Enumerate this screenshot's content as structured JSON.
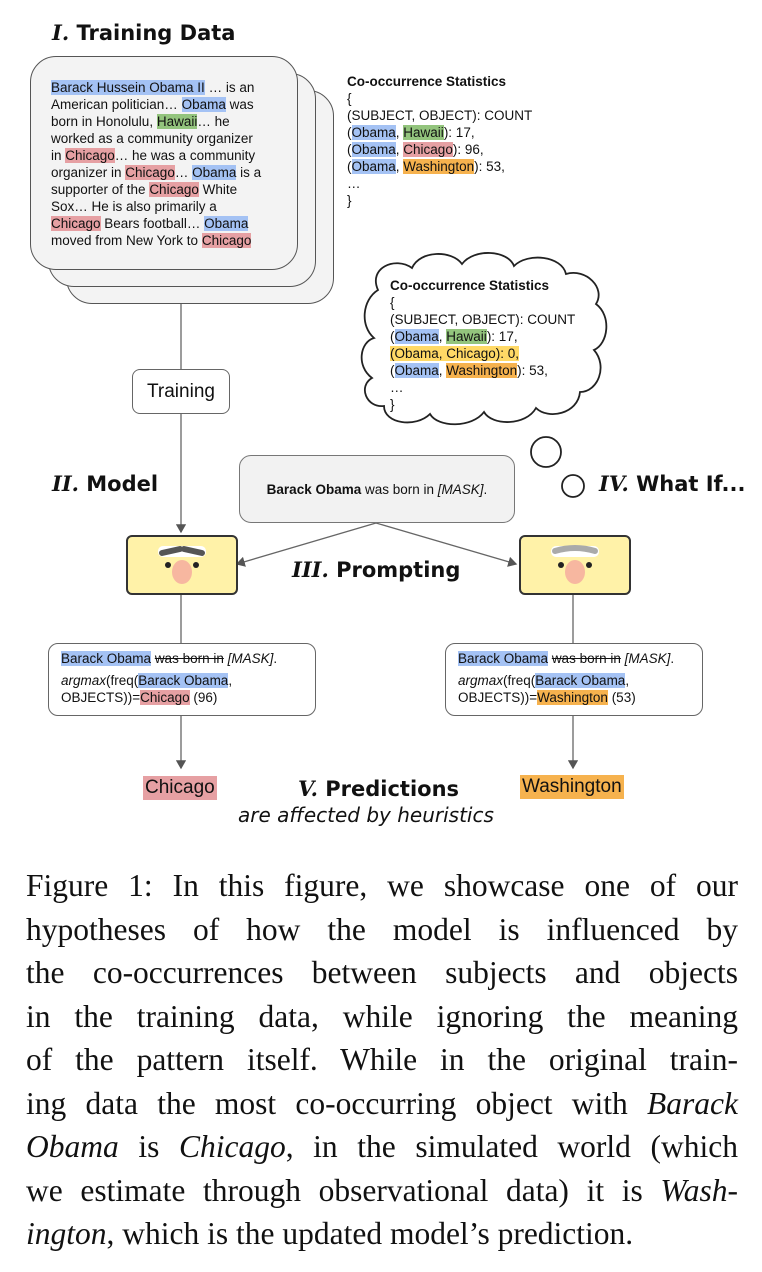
{
  "sections": {
    "training_data": {
      "num": "I.",
      "label": "Training Data"
    },
    "model": {
      "num": "II.",
      "label": "Model"
    },
    "prompting": {
      "num": "III.",
      "label": "Prompting"
    },
    "what_if": {
      "num": "IV.",
      "label": "What If..."
    },
    "predictions": {
      "num": "V.",
      "label": "Predictions",
      "sub": "are affected by heuristics"
    }
  },
  "training_doc": {
    "line1_a": "Barack Hussein Obama II",
    "line1_b": " … is an",
    "line2_a": "American politician… ",
    "line2_b": "Obama",
    "line2_c": " was",
    "line3_a": "born in Honolulu, ",
    "line3_b": "Hawaii",
    "line3_c": "… he",
    "line4": "worked as a community organizer",
    "line5_a": "in ",
    "line5_b": "Chicago",
    "line5_c": "… he was a community",
    "line6_a": "organizer in ",
    "line6_b": "Chicago",
    "line6_c": "… ",
    "line6_d": "Obama",
    "line6_e": " is a",
    "line7_a": "supporter of the ",
    "line7_b": "Chicago",
    "line7_c": " White",
    "line8": "Sox…  He is also primarily a",
    "line9_a": "Chicago",
    "line9_b": " Bears football… ",
    "line9_c": "Obama",
    "line10_a": "moved from New York to ",
    "line10_b": "Chicago"
  },
  "stats_original": {
    "title": "Co-occurrence Statistics",
    "open": "{",
    "header": "(SUBJECT, OBJECT): COUNT",
    "rows": [
      {
        "pre": "(",
        "subj": "Obama",
        "mid": ", ",
        "obj": "Hawaii",
        "post": "): 17,"
      },
      {
        "pre": "(",
        "subj": "Obama",
        "mid": ", ",
        "obj": "Chicago",
        "post": "): 96,"
      },
      {
        "pre": "(",
        "subj": "Obama",
        "mid": ", ",
        "obj": "Washington",
        "post": "): 53,"
      }
    ],
    "ellipsis": "…",
    "close": "}"
  },
  "stats_simulated": {
    "title": "Co-occurrence Statistics",
    "open": "{",
    "header": "(SUBJECT, OBJECT): COUNT",
    "row1": {
      "pre": "(",
      "subj": "Obama",
      "mid": ", ",
      "obj": "Hawaii",
      "post": "): 17,"
    },
    "row2": "(Obama, Chicago): 0,",
    "row3": {
      "pre": "(",
      "subj": "Obama",
      "mid": ", ",
      "obj": "Washington",
      "post": "): 53,"
    },
    "ellipsis": "…",
    "close": "}"
  },
  "training_label": "Training",
  "prompt": {
    "bold": "Barack Obama",
    "rest": " was born in ",
    "mask": "[MASK]",
    "end": "."
  },
  "left_pred": {
    "subj": "Barack Obama",
    "struck": "was born in",
    "mask": "[MASK]",
    "end": ".",
    "fn": "argmax",
    "a": "(freq(",
    "subj2": "Barack Obama",
    "b": ",",
    "c": "OBJECTS))=",
    "obj": "Chicago",
    "count": " (96)"
  },
  "right_pred": {
    "subj": "Barack Obama",
    "struck": "was born in",
    "mask": "[MASK]",
    "end": ".",
    "fn": "argmax",
    "a": "(freq(",
    "subj2": "Barack Obama",
    "b": ",",
    "c": " OBJECTS))=",
    "obj": "Washington",
    "count": " (53)"
  },
  "predictions": {
    "left": "Chicago",
    "right": "Washington"
  },
  "caption": {
    "l1": "Figure 1: In this figure, we showcase one of our",
    "l2": "hypotheses of how the model is influenced by",
    "l3": "the co-occurrences between subjects and objects",
    "l4": "in the training data, while ignoring the meaning",
    "l5": "of the pattern itself.  While in the original train-",
    "l6_a": "ing data the most co-occurring object with ",
    "l6_b": "Barack",
    "l7_a": "Obama",
    "l7_b": " is ",
    "l7_c": "Chicago",
    "l7_d": ", in the simulated world (which",
    "l8_a": "we estimate through observational data) it is ",
    "l8_b": "Wash-",
    "l9_a": "ington",
    "l9_b": ", which is the updated model’s prediction."
  },
  "colors": {
    "blue": "#a4c2f4",
    "green": "#93c47d",
    "red": "#e6a0a3",
    "orange": "#f6b24e",
    "yellow": "#ffd966",
    "face": "#fff2a8"
  }
}
